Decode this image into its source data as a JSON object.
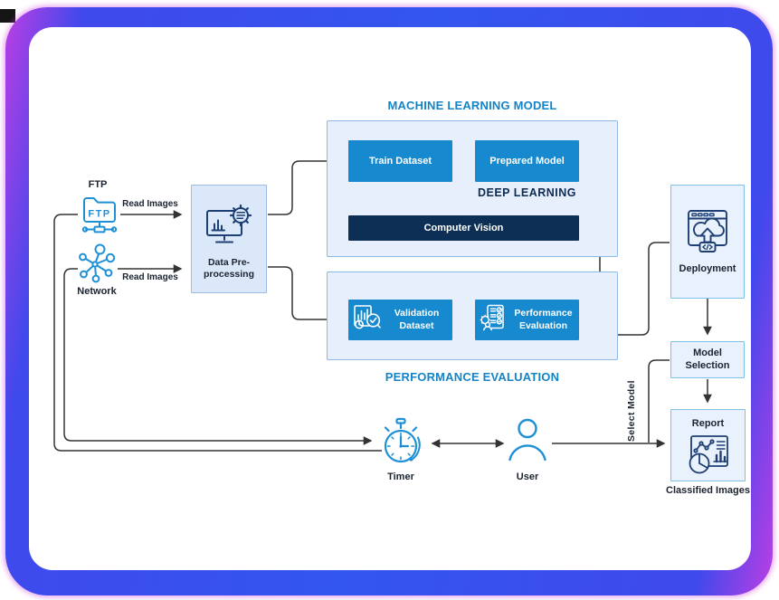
{
  "titles": {
    "machine_learning_model": "MACHINE LEARNING MODEL",
    "performance_evaluation_section": "PERFORMANCE EVALUATION",
    "deep_learning": "DEEP LEARNING"
  },
  "nodes": {
    "ftp": {
      "label": "FTP",
      "icon_text": "FTP",
      "icon": "ftp-folder-icon"
    },
    "network": {
      "label": "Network",
      "icon": "network-nodes-icon"
    },
    "data_preprocessing": {
      "label": "Data Pre-processing",
      "icon": "monitor-gear-icon"
    },
    "train_dataset": {
      "label": "Train Dataset"
    },
    "prepared_model": {
      "label": "Prepared Model"
    },
    "computer_vision": {
      "label": "Computer Vision"
    },
    "validation_dataset": {
      "label": "Validation Dataset",
      "icon": "chart-magnifier-icon"
    },
    "performance_evaluation": {
      "label": "Performance Evaluation",
      "icon": "checklist-gear-icon"
    },
    "deployment": {
      "label": "Deployment",
      "icon": "browser-cloud-upload-icon"
    },
    "model_selection": {
      "label": "Model Selection"
    },
    "report": {
      "label": "Report",
      "icon": "report-charts-icon"
    },
    "classified_images": {
      "label": "Classified Images"
    },
    "timer": {
      "label": "Timer",
      "icon": "stopwatch-icon"
    },
    "user": {
      "label": "User",
      "icon": "person-icon"
    }
  },
  "edge_labels": {
    "read_images_top": "Read Images",
    "read_images_bottom": "Read Images",
    "select_model": "Select Model"
  },
  "colors": {
    "accent_blue": "#1689cf",
    "dark_navy": "#0e2f55",
    "title_blue": "#1484c8",
    "container_fill": "#e8effc",
    "container_border": "#8cb9e6",
    "frame_blue": "#3356ee",
    "frame_magenta": "#bb3ee4",
    "connector": "#333333",
    "icon_blue": "#1e90d6",
    "icon_navy": "#1d3f73"
  }
}
